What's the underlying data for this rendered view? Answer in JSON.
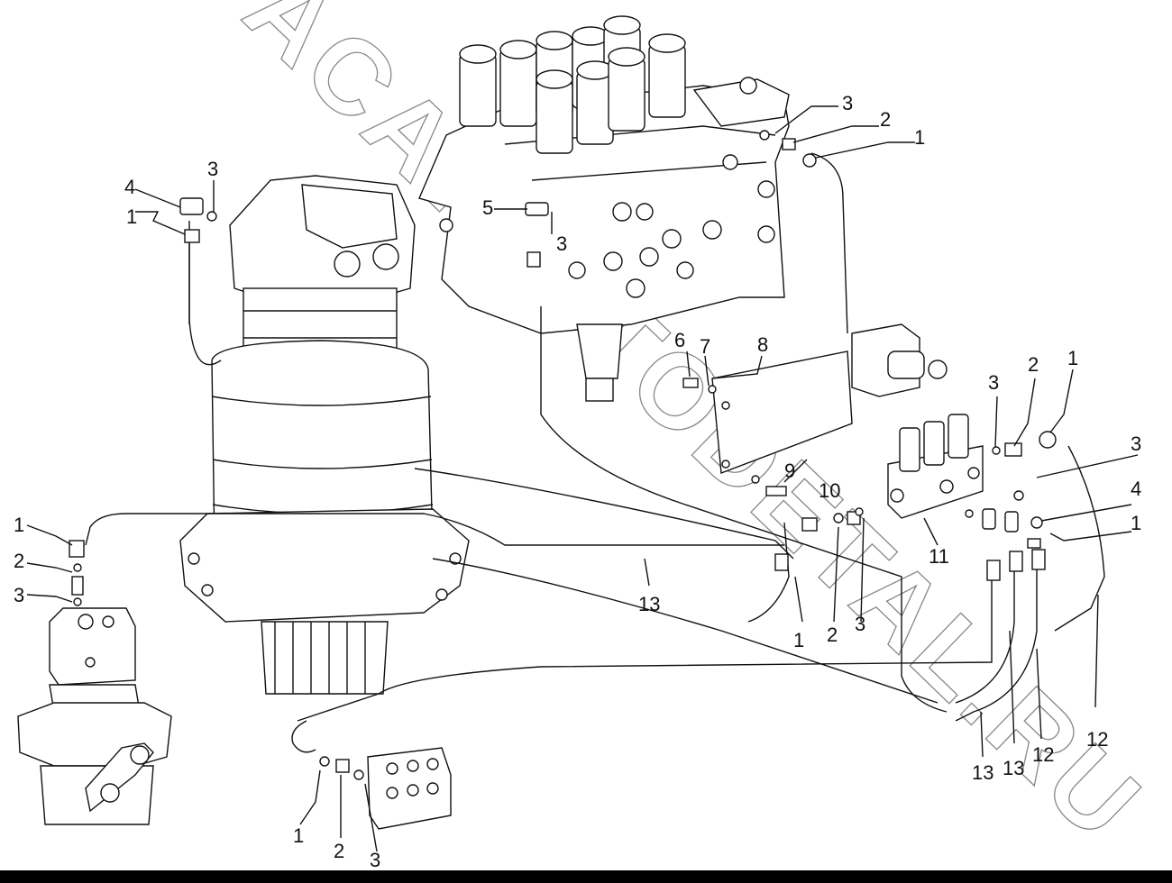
{
  "watermark": {
    "text": "ACATAUTODETAL.RU"
  },
  "callouts": [
    {
      "id": "c-3-top-mv",
      "text": "3"
    },
    {
      "id": "c-2-top-mv",
      "text": "2"
    },
    {
      "id": "c-1-top-mv",
      "text": "1"
    },
    {
      "id": "c-4-motor",
      "text": "4"
    },
    {
      "id": "c-3-motor",
      "text": "3"
    },
    {
      "id": "c-1-motor",
      "text": "1"
    },
    {
      "id": "c-5-mv",
      "text": "5"
    },
    {
      "id": "c-3-mv",
      "text": "3"
    },
    {
      "id": "c-6",
      "text": "6"
    },
    {
      "id": "c-7",
      "text": "7"
    },
    {
      "id": "c-8",
      "text": "8"
    },
    {
      "id": "c-3-sol",
      "text": "3"
    },
    {
      "id": "c-2-sol",
      "text": "2"
    },
    {
      "id": "c-1-sol",
      "text": "1"
    },
    {
      "id": "c-3-sol-r",
      "text": "3"
    },
    {
      "id": "c-4-sol-r",
      "text": "4"
    },
    {
      "id": "c-1-sol-r",
      "text": "1"
    },
    {
      "id": "c-9",
      "text": "9"
    },
    {
      "id": "c-10",
      "text": "10"
    },
    {
      "id": "c-11",
      "text": "11"
    },
    {
      "id": "c-13-mid",
      "text": "13"
    },
    {
      "id": "c-1-mid",
      "text": "1"
    },
    {
      "id": "c-2-mid",
      "text": "2"
    },
    {
      "id": "c-3-mid",
      "text": "3"
    },
    {
      "id": "c-12-r",
      "text": "12"
    },
    {
      "id": "c-13-bl",
      "text": "13"
    },
    {
      "id": "c-13-br",
      "text": "13"
    },
    {
      "id": "c-12-b",
      "text": "12"
    },
    {
      "id": "c-1-left",
      "text": "1"
    },
    {
      "id": "c-2-left",
      "text": "2"
    },
    {
      "id": "c-3-left",
      "text": "3"
    },
    {
      "id": "c-1-bottom",
      "text": "1"
    },
    {
      "id": "c-2-bottom",
      "text": "2"
    },
    {
      "id": "c-3-bottom",
      "text": "3"
    }
  ]
}
